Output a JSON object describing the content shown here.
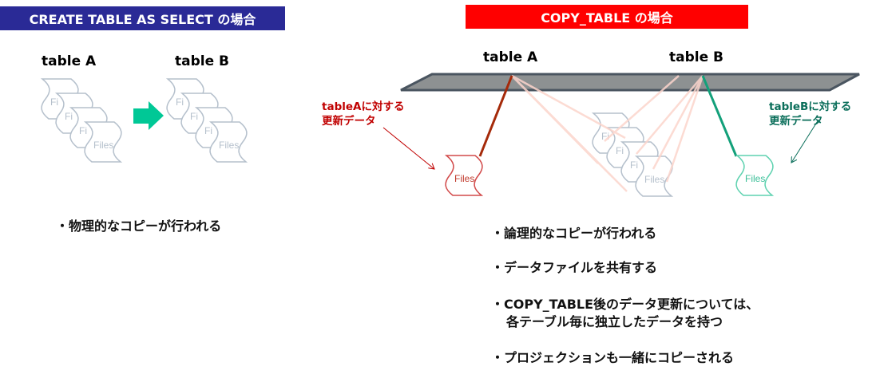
{
  "left": {
    "header": "CREATE TABLE AS SELECT の場合",
    "table_a": "table A",
    "table_b": "table B",
    "file_label_short": "Fi",
    "file_label": "Files",
    "bullets": [
      "・物理的なコピーが行われる"
    ]
  },
  "right": {
    "header": "COPY_TABLE の場合",
    "table_a": "table A",
    "table_b": "table B",
    "file_label_short": "Fi",
    "file_label": "Files",
    "update_a": [
      "tableAに対する",
      "更新データ"
    ],
    "update_b": [
      "tableBに対する",
      "更新データ"
    ],
    "bullets": [
      "・論理的なコピーが行われる",
      "・データファイルを共有する",
      "・COPY_TABLE後のデータ更新については、",
      "各テーブル毎に独立したデータを持つ",
      "・プロジェクションも一緒にコピーされる"
    ]
  },
  "colors": {
    "left_header": "#2a2a96",
    "right_header": "#ff0000",
    "arrow": "#00c896",
    "table_a_update": "#c00000",
    "table_b_update": "#0a6e5a",
    "shared_file": "#b5c0cc"
  }
}
